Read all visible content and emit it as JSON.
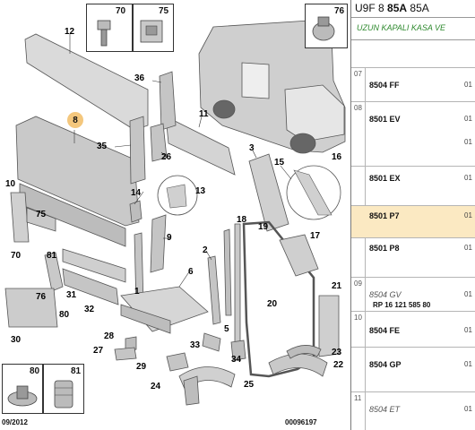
{
  "diagram": {
    "labels": [
      "12",
      "36",
      "11",
      "8",
      "35",
      "26",
      "3",
      "15",
      "16",
      "13",
      "10",
      "75",
      "14",
      "9",
      "18",
      "19",
      "17",
      "70",
      "81",
      "2",
      "6",
      "20",
      "76",
      "31",
      "32",
      "1",
      "21",
      "30",
      "80",
      "28",
      "33",
      "5",
      "27",
      "29",
      "34",
      "23",
      "22",
      "24",
      "25"
    ],
    "highlighted": "8",
    "parts_boxes": [
      {
        "num": "70",
        "icon": "screw-icon"
      },
      {
        "num": "75",
        "icon": "clip-icon"
      },
      {
        "num": "76",
        "icon": "grommet-icon"
      },
      {
        "num": "80",
        "icon": "plug-icon"
      },
      {
        "num": "81",
        "icon": "rivet-icon"
      }
    ],
    "footer_date": "09/2012",
    "footer_code": "00096197"
  },
  "side": {
    "header_prefix": "U9F 8",
    "header_bold": "85A",
    "header_suffix": "85A",
    "subheader": "UZUN KAPALI KASA VE",
    "rows": [
      {
        "group": "07",
        "ref": "8504 FF",
        "qty": "01",
        "italic": false
      },
      {
        "group": "08",
        "ref": "8501 EV",
        "qty": "01",
        "italic": false,
        "qty2": "01"
      },
      {
        "group": "",
        "ref": "8501 EX",
        "qty": "01",
        "italic": false
      },
      {
        "group": "",
        "ref": "8501 P7",
        "qty": "01",
        "italic": false,
        "selected": true
      },
      {
        "group": "",
        "ref": "8501 P8",
        "qty": "01",
        "italic": false
      },
      {
        "group": "09",
        "ref": "8504 GV",
        "qty": "01",
        "italic": true,
        "rp": "RP 16 121 585 80"
      },
      {
        "group": "10",
        "ref": "8504 FE",
        "qty": "01",
        "italic": false
      },
      {
        "group": "",
        "ref": "8504 GP",
        "qty": "01",
        "italic": false
      },
      {
        "group": "11",
        "ref": "8504 ET",
        "qty": "01",
        "italic": true
      }
    ]
  }
}
